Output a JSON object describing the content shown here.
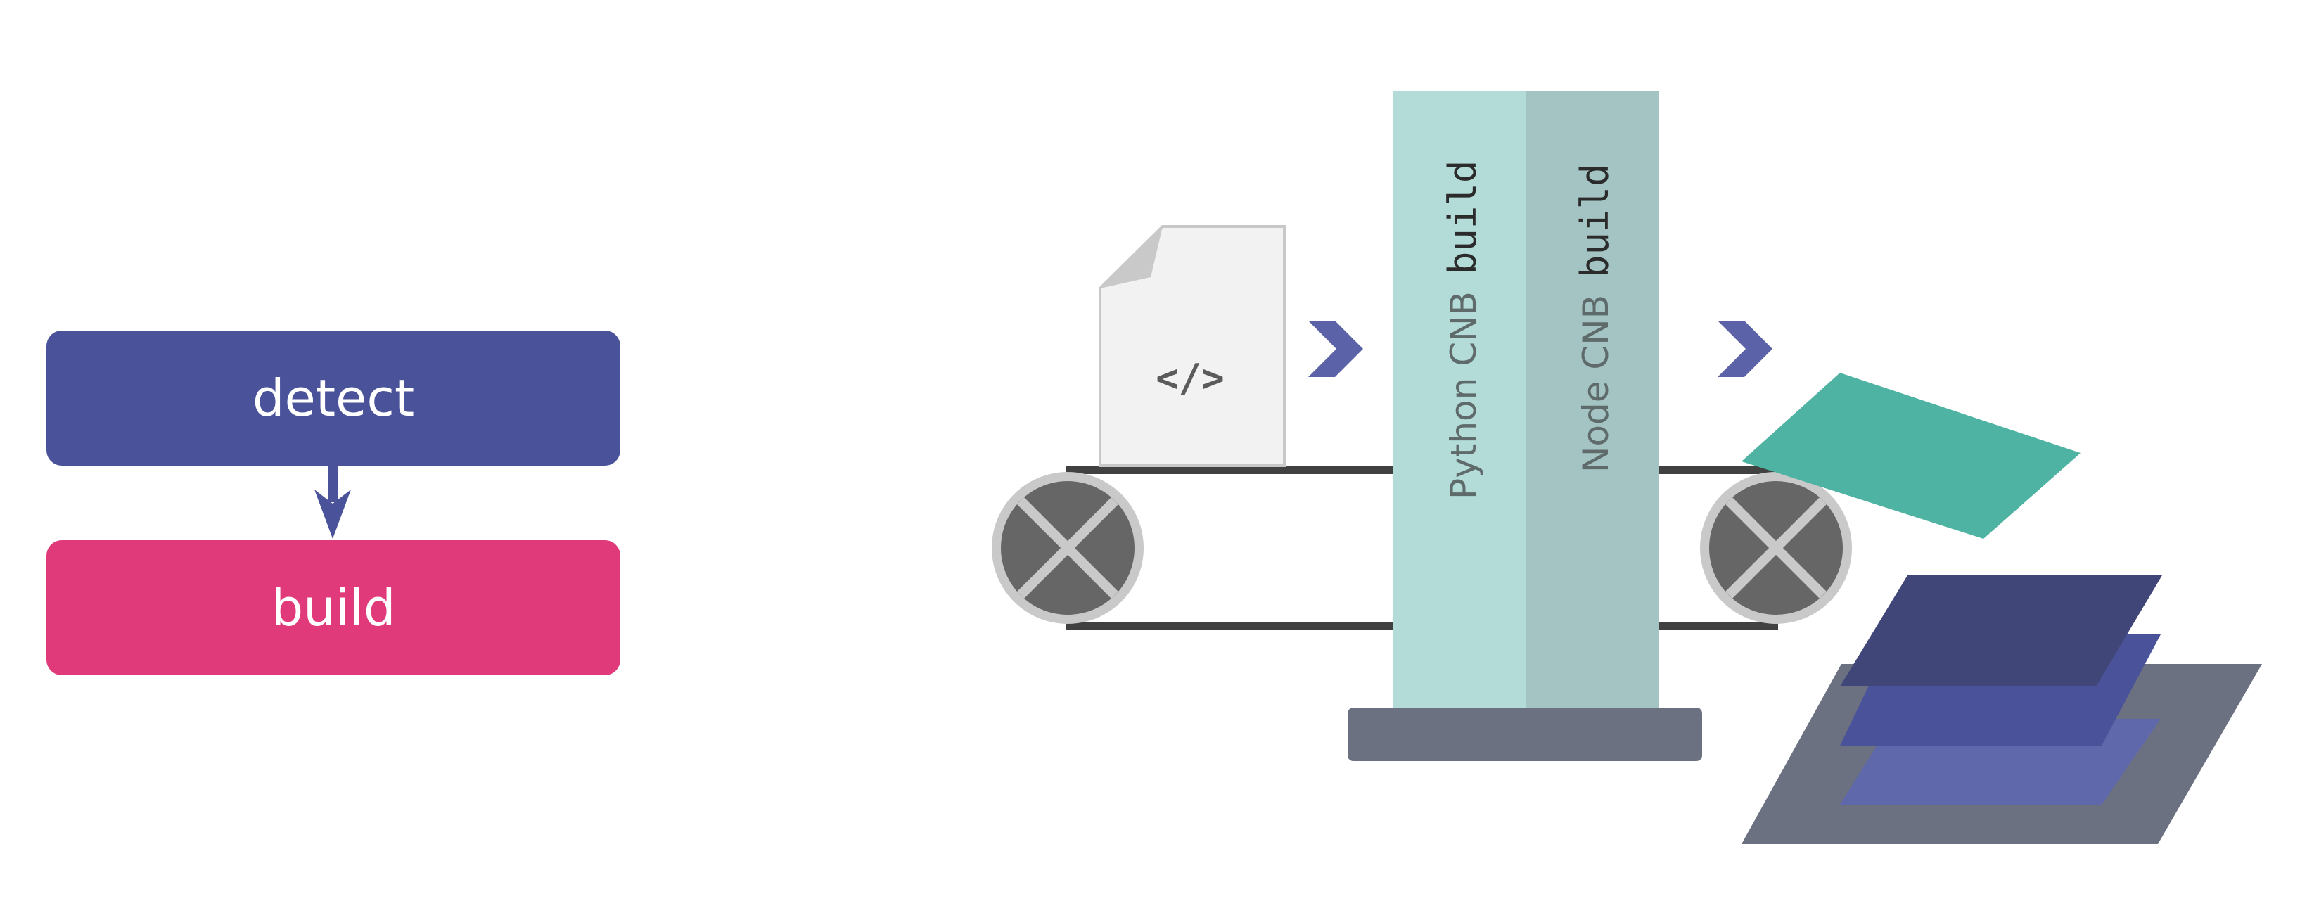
{
  "phases": {
    "detect_label": "detect",
    "build_label": "build"
  },
  "source_document": {
    "icon": "code-file-icon",
    "glyph": "</>"
  },
  "buildpacks": [
    {
      "name": "Python CNB",
      "command": "build"
    },
    {
      "name": "Node CNB",
      "command": "build"
    }
  ],
  "colors": {
    "detect_box": "#4a5399",
    "build_box": "#e03a7a",
    "flow_arrow": "#4a5399",
    "python_cnb": "#b3dbd7",
    "node_cnb": "#a3c4c3",
    "base_plate": "#6b7180",
    "conveyor_belt": "#414141",
    "gear_fill": "#666666",
    "gear_rim": "#c9c9c9",
    "chevron": "#5b62a8",
    "output_layer_teal": "#4eb3a2",
    "layer_dark": "#404778",
    "layer_mid": "#4a5399",
    "layer_light": "#5f68aa",
    "layer_base": "#6b7180"
  }
}
